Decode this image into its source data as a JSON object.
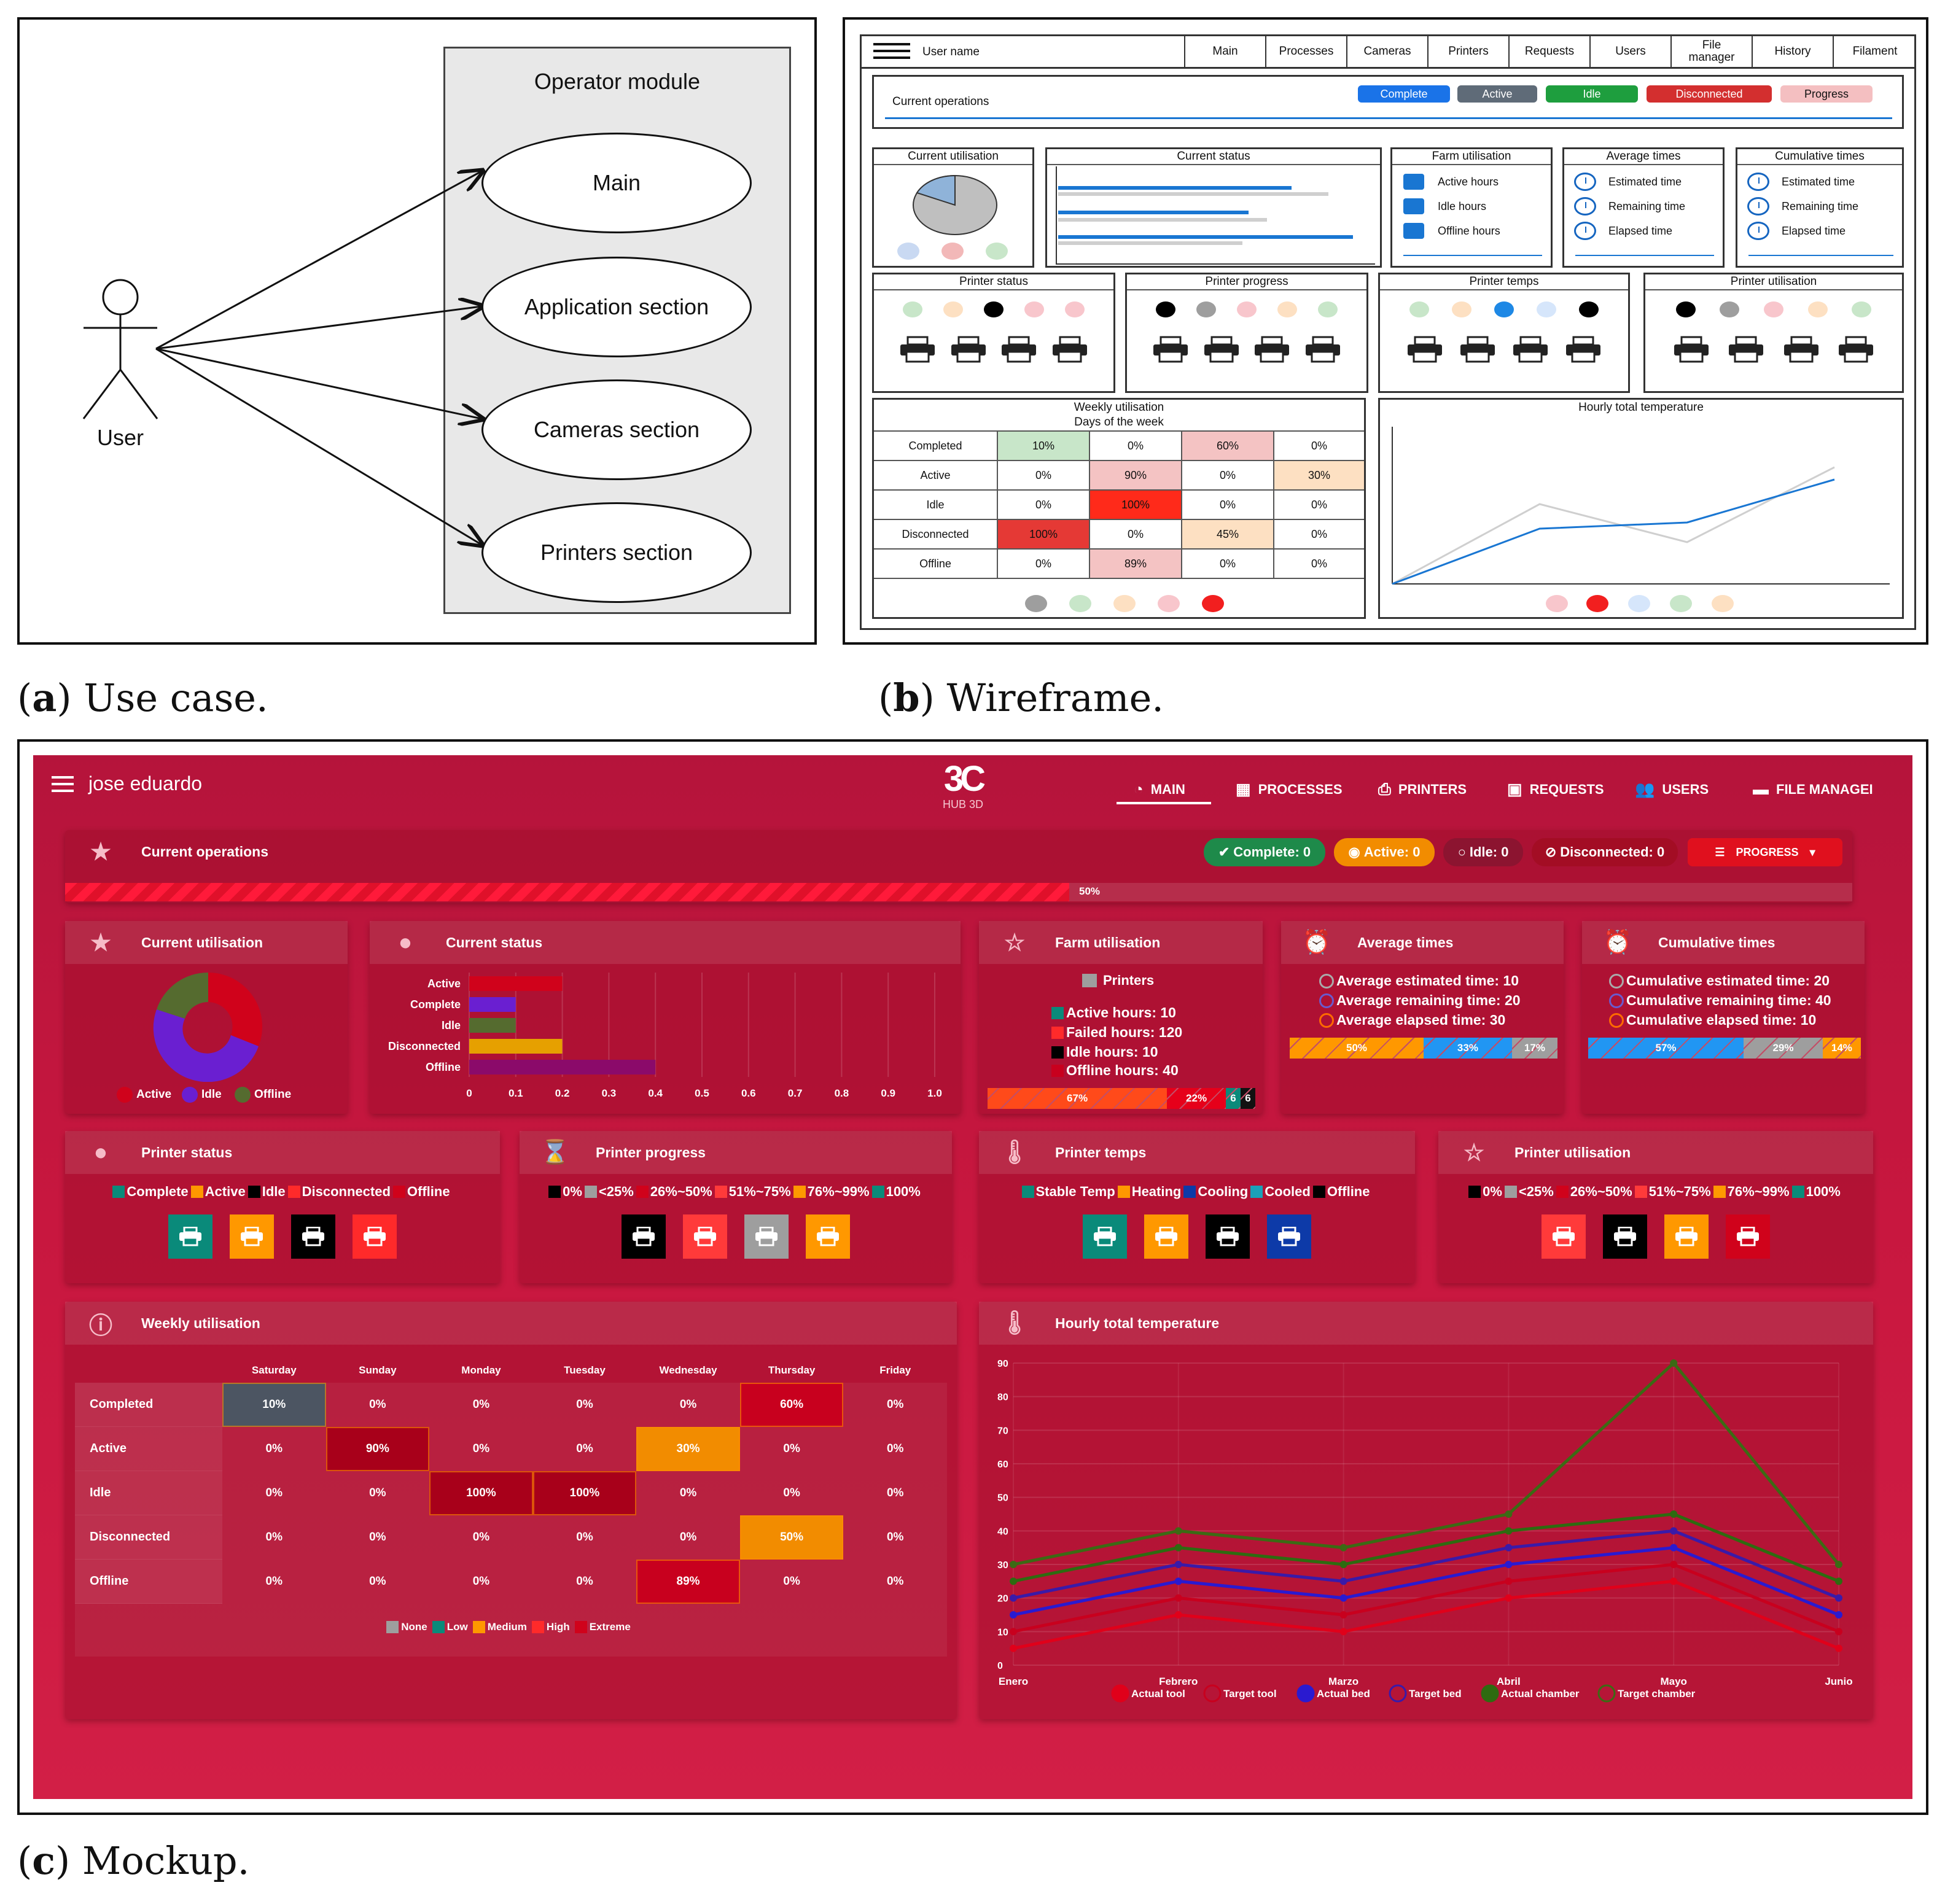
{
  "use_case": {
    "module_title": "Operator module",
    "actor": "User",
    "use_cases": [
      "Main",
      "Application section",
      "Cameras section",
      "Printers section"
    ]
  },
  "wireframe": {
    "user_name": "User name",
    "nav": [
      "Main",
      "Processes",
      "Cameras",
      "Printers",
      "Requests",
      "Users",
      "File manager",
      "History",
      "Filament"
    ],
    "current_operations": "Current operations",
    "badges": [
      {
        "label": "Complete",
        "color": "#1a73e8"
      },
      {
        "label": "Active",
        "color": "#5f6b78"
      },
      {
        "label": "Idle",
        "color": "#1e9e3e"
      },
      {
        "label": "Disconnected",
        "color": "#d32f2f"
      },
      {
        "label": "Progress",
        "color": "#f4bfc1"
      }
    ],
    "cards": {
      "current_utilisation": "Current utilisation",
      "current_status": "Current status",
      "farm_utilisation": "Farm utilisation",
      "average_times": "Average times",
      "cumulative_times": "Cumulative times",
      "printer_status": "Printer status",
      "printer_progress": "Printer progress",
      "printer_temps": "Printer temps",
      "printer_utilisation": "Printer utilisation",
      "weekly_utilisation": "Weekly utilisation",
      "days_of_week": "Days of the week",
      "hourly_total_temperature": "Hourly total temperature"
    },
    "farm_items": [
      "Active hours",
      "Idle hours",
      "Offline hours"
    ],
    "average_items": [
      "Estimated time",
      "Remaining time",
      "Elapsed time"
    ],
    "cumulative_items": [
      "Estimated time",
      "Remaining time",
      "Elapsed time"
    ],
    "weekly_rows": [
      {
        "label": "Completed",
        "cells": [
          "10%",
          "0%",
          "60%",
          "0%"
        ]
      },
      {
        "label": "Active",
        "cells": [
          "0%",
          "90%",
          "0%",
          "30%"
        ]
      },
      {
        "label": "Idle",
        "cells": [
          "0%",
          "100%",
          "0%",
          "0%"
        ]
      },
      {
        "label": "Disconnected",
        "cells": [
          "100%",
          "0%",
          "45%",
          "0%"
        ]
      },
      {
        "label": "Offline",
        "cells": [
          "0%",
          "89%",
          "0%",
          "0%"
        ]
      }
    ]
  },
  "mockup": {
    "user_name": "jose eduardo",
    "logo_text": "HUB 3D",
    "nav": [
      "MAIN",
      "PROCESSES",
      "PRINTERS",
      "REQUESTS",
      "USERS",
      "FILE MANAGEI"
    ],
    "current_operations": "Current operations",
    "badges": [
      {
        "label": "Complete: 0",
        "color": "#1e8a4a"
      },
      {
        "label": "Active: 0",
        "color": "#f28c00"
      },
      {
        "label": "Idle: 0",
        "color": "#8c1430"
      },
      {
        "label": "Disconnected: 0",
        "color": "#a30d24"
      },
      {
        "label": "PROGRESS",
        "color": "#e0101e"
      }
    ],
    "progress_label": "50%",
    "progress_value": 0.5,
    "cards": {
      "current_utilisation": "Current utilisation",
      "current_status": "Current status",
      "farm_utilisation": "Farm utilisation",
      "average_times": "Average times",
      "cumulative_times": "Cumulative times",
      "printer_status": "Printer status",
      "printer_progress": "Printer progress",
      "printer_temps": "Printer temps",
      "printer_utilisation": "Printer utilisation",
      "weekly_utilisation": "Weekly utilisation",
      "hourly_total_temperature": "Hourly total temperature"
    },
    "utilisation_legend": [
      {
        "label": "Active",
        "color": "#d0021b"
      },
      {
        "label": "Idle",
        "color": "#6a1fd1"
      },
      {
        "label": "Offline",
        "color": "#556b2f"
      }
    ],
    "farm": {
      "printers_label": "Printers",
      "lines": [
        {
          "label": "Active hours: 10",
          "color": "#0a8a7a"
        },
        {
          "label": "Failed hours: 120",
          "color": "#ff2a2a"
        },
        {
          "label": "Idle hours: 10",
          "color": "#000000"
        },
        {
          "label": "Offline hours: 40",
          "color": "#c8001e"
        }
      ],
      "bar": [
        {
          "label": "67%",
          "value": 0.67,
          "color": "#ff4a1a"
        },
        {
          "label": "22%",
          "value": 0.22,
          "color": "#e6001a"
        },
        {
          "label": "6",
          "value": 0.055,
          "color": "#0a8a7a"
        },
        {
          "label": "6",
          "value": 0.055,
          "color": "#111111"
        }
      ]
    },
    "average": {
      "lines": [
        {
          "label": "Average estimated time: 10",
          "color": "#aaaaaa"
        },
        {
          "label": "Average remaining time: 20",
          "color": "#6a5acd"
        },
        {
          "label": "Average elapsed time: 30",
          "color": "#ff6a00"
        }
      ],
      "bar": [
        {
          "label": "50%",
          "value": 0.5,
          "color": "#ff9800"
        },
        {
          "label": "33%",
          "value": 0.33,
          "color": "#2196f3"
        },
        {
          "label": "17%",
          "value": 0.17,
          "color": "#9e9e9e"
        }
      ]
    },
    "cumulative": {
      "lines": [
        {
          "label": "Cumulative estimated time: 20",
          "color": "#aaaaaa"
        },
        {
          "label": "Cumulative remaining time: 40",
          "color": "#6a5acd"
        },
        {
          "label": "Cumulative elapsed time: 10",
          "color": "#ff6a00"
        }
      ],
      "bar": [
        {
          "label": "57%",
          "value": 0.57,
          "color": "#2196f3"
        },
        {
          "label": "29%",
          "value": 0.29,
          "color": "#9e9e9e"
        },
        {
          "label": "14%",
          "value": 0.14,
          "color": "#ff9800"
        }
      ]
    },
    "printer_status": {
      "legend": [
        {
          "label": "Complete",
          "color": "#0a8a7a"
        },
        {
          "label": "Active",
          "color": "#ff9800"
        },
        {
          "label": "Idle",
          "color": "#000000"
        },
        {
          "label": "Disconnected",
          "color": "#ff2a2a"
        },
        {
          "label": "Offline",
          "color": "#d0021b"
        }
      ],
      "printers": [
        "#0a8a7a",
        "#ff9800",
        "#000000",
        "#ff2a2a"
      ]
    },
    "printer_progress": {
      "legend": [
        {
          "label": "0%",
          "color": "#000000"
        },
        {
          "label": "<25%",
          "color": "#9e9e9e"
        },
        {
          "label": "26%~50%",
          "color": "#d0021b"
        },
        {
          "label": "51%~75%",
          "color": "#ff3a3a"
        },
        {
          "label": "76%~99%",
          "color": "#ff9800"
        },
        {
          "label": "100%",
          "color": "#0a8a7a"
        }
      ],
      "printers": [
        "#000000",
        "#ff3a3a",
        "#9e9e9e",
        "#ff9800"
      ]
    },
    "printer_temps": {
      "legend": [
        {
          "label": "Stable Temp",
          "color": "#0a8a7a"
        },
        {
          "label": "Heating",
          "color": "#ff9800"
        },
        {
          "label": "Cooling",
          "color": "#0d3aa8"
        },
        {
          "label": "Cooled",
          "color": "#1aa0b8"
        },
        {
          "label": "Offline",
          "color": "#000000"
        }
      ],
      "printers": [
        "#0a8a7a",
        "#ff9800",
        "#000000",
        "#0d3aa8"
      ]
    },
    "printer_utilisation": {
      "legend": [
        {
          "label": "0%",
          "color": "#000000"
        },
        {
          "label": "<25%",
          "color": "#9e9e9e"
        },
        {
          "label": "26%~50%",
          "color": "#d0021b"
        },
        {
          "label": "51%~75%",
          "color": "#ff3a3a"
        },
        {
          "label": "76%~99%",
          "color": "#ff9800"
        },
        {
          "label": "100%",
          "color": "#0a8a7a"
        }
      ],
      "printers": [
        "#ff3a3a",
        "#000000",
        "#ff9800",
        "#d0021b"
      ]
    },
    "weekly": {
      "days": [
        "Saturday",
        "Sunday",
        "Monday",
        "Tuesday",
        "Wednesday",
        "Thursday",
        "Friday"
      ],
      "rows": [
        {
          "label": "Completed",
          "cells": [
            "10%",
            "0%",
            "0%",
            "0%",
            "0%",
            "60%",
            "0%"
          ]
        },
        {
          "label": "Active",
          "cells": [
            "0%",
            "90%",
            "0%",
            "0%",
            "30%",
            "0%",
            "0%"
          ]
        },
        {
          "label": "Idle",
          "cells": [
            "0%",
            "0%",
            "100%",
            "100%",
            "0%",
            "0%",
            "0%"
          ]
        },
        {
          "label": "Disconnected",
          "cells": [
            "0%",
            "0%",
            "0%",
            "0%",
            "0%",
            "50%",
            "0%"
          ]
        },
        {
          "label": "Offline",
          "cells": [
            "0%",
            "0%",
            "0%",
            "0%",
            "89%",
            "0%",
            "0%"
          ]
        }
      ],
      "legend": [
        {
          "label": "None",
          "color": "#9e9e9e"
        },
        {
          "label": "Low",
          "color": "#0a8a7a"
        },
        {
          "label": "Medium",
          "color": "#ff9800"
        },
        {
          "label": "High",
          "color": "#ff2a2a"
        },
        {
          "label": "Extreme",
          "color": "#d0021b"
        }
      ]
    }
  },
  "captions": {
    "a_letter": "a",
    "a_text": "Use case.",
    "b_letter": "b",
    "b_text": "Wireframe.",
    "c_letter": "c",
    "c_text": "Mockup."
  },
  "chart_data": [
    {
      "type": "pie",
      "title": "Current utilisation",
      "categories": [
        "Active",
        "Idle",
        "Offline"
      ],
      "values": [
        0.3,
        0.5,
        0.2
      ]
    },
    {
      "type": "bar",
      "title": "Current status",
      "orientation": "horizontal",
      "categories": [
        "Active",
        "Complete",
        "Idle",
        "Disconnected",
        "Offline"
      ],
      "values": [
        0.2,
        0.1,
        0.1,
        0.2,
        0.4
      ],
      "series_colors": [
        "#d0021b",
        "#6a1fd1",
        "#556b2f",
        "#e6a000",
        "#8b0a6a"
      ],
      "xlim": [
        0,
        1
      ],
      "xticks": [
        "0",
        "0.1",
        "0.2",
        "0.3",
        "0.4",
        "0.5",
        "0.6",
        "0.7",
        "0.8",
        "0.9",
        "1.0"
      ]
    },
    {
      "type": "line",
      "title": "Hourly total temperature",
      "categories": [
        "Enero",
        "Febrero",
        "Marzo",
        "Abril",
        "Mayo",
        "Junio"
      ],
      "ylim": [
        0,
        90
      ],
      "yticks": [
        0,
        10,
        20,
        30,
        40,
        50,
        60,
        70,
        80,
        90
      ],
      "series": [
        {
          "name": "Actual tool",
          "color": "#e0001a",
          "values": [
            5,
            15,
            10,
            20,
            25,
            5
          ]
        },
        {
          "name": "Target tool",
          "color": "#c8001e",
          "values": [
            10,
            20,
            15,
            25,
            30,
            10
          ]
        },
        {
          "name": "Actual bed",
          "color": "#2a1ad0",
          "values": [
            15,
            25,
            20,
            30,
            35,
            15
          ]
        },
        {
          "name": "Target bed",
          "color": "#3a1aa8",
          "values": [
            20,
            30,
            25,
            35,
            40,
            20
          ]
        },
        {
          "name": "Actual chamber",
          "color": "#2e6b10",
          "values": [
            25,
            35,
            30,
            40,
            45,
            25
          ]
        },
        {
          "name": "Target chamber",
          "color": "#3c6a14",
          "values": [
            30,
            40,
            35,
            45,
            90,
            30
          ]
        }
      ]
    }
  ]
}
